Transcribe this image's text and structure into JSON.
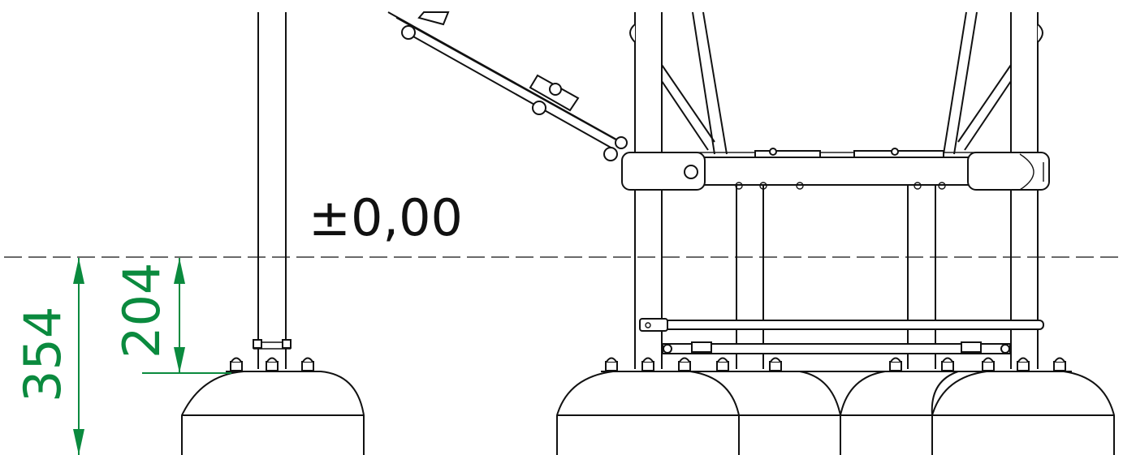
{
  "drawing": {
    "level_label": "±0,00",
    "dimensions": [
      {
        "label": "204"
      },
      {
        "label": "354"
      }
    ],
    "colors": {
      "dimension": "#0a8a3e",
      "linework": "#111111",
      "background": "#ffffff"
    }
  }
}
